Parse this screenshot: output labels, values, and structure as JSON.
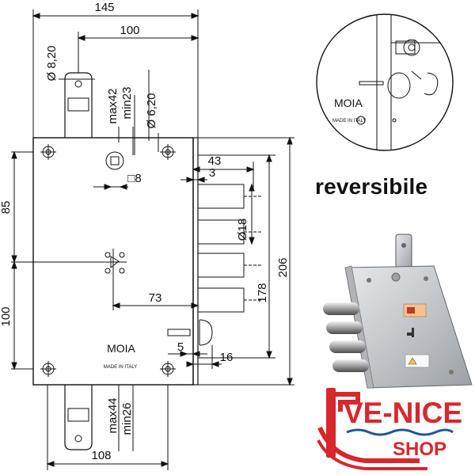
{
  "labels": {
    "width_total": "145",
    "width_top": "100",
    "dia_top": "Ø 8,20",
    "max_top": "max42",
    "min_top": "min23",
    "dia_mid": "Ø 6,20",
    "square": "□8",
    "d43": "43",
    "d3": "3",
    "dia_bolt": "Ø18",
    "d85": "85",
    "d206": "206",
    "d178": "178",
    "d73": "73",
    "d100_left": "100",
    "d5": "5",
    "d16": "16",
    "max_bottom": "max44",
    "min_bottom": "min26",
    "d108": "108",
    "brand": "MOIA",
    "made_in": "MADE IN ITALY",
    "inset_brand": "MOIA",
    "inset_made_in": "MADE IN ITALY",
    "reversibile": "reversibile",
    "logo_main": "VE-NICE",
    "logo_sub": "SHOP"
  },
  "colors": {
    "line": "#111111",
    "plate": "#d2d5d8",
    "logo_red": "#d8272d",
    "logo_blue": "#1e56a0"
  }
}
